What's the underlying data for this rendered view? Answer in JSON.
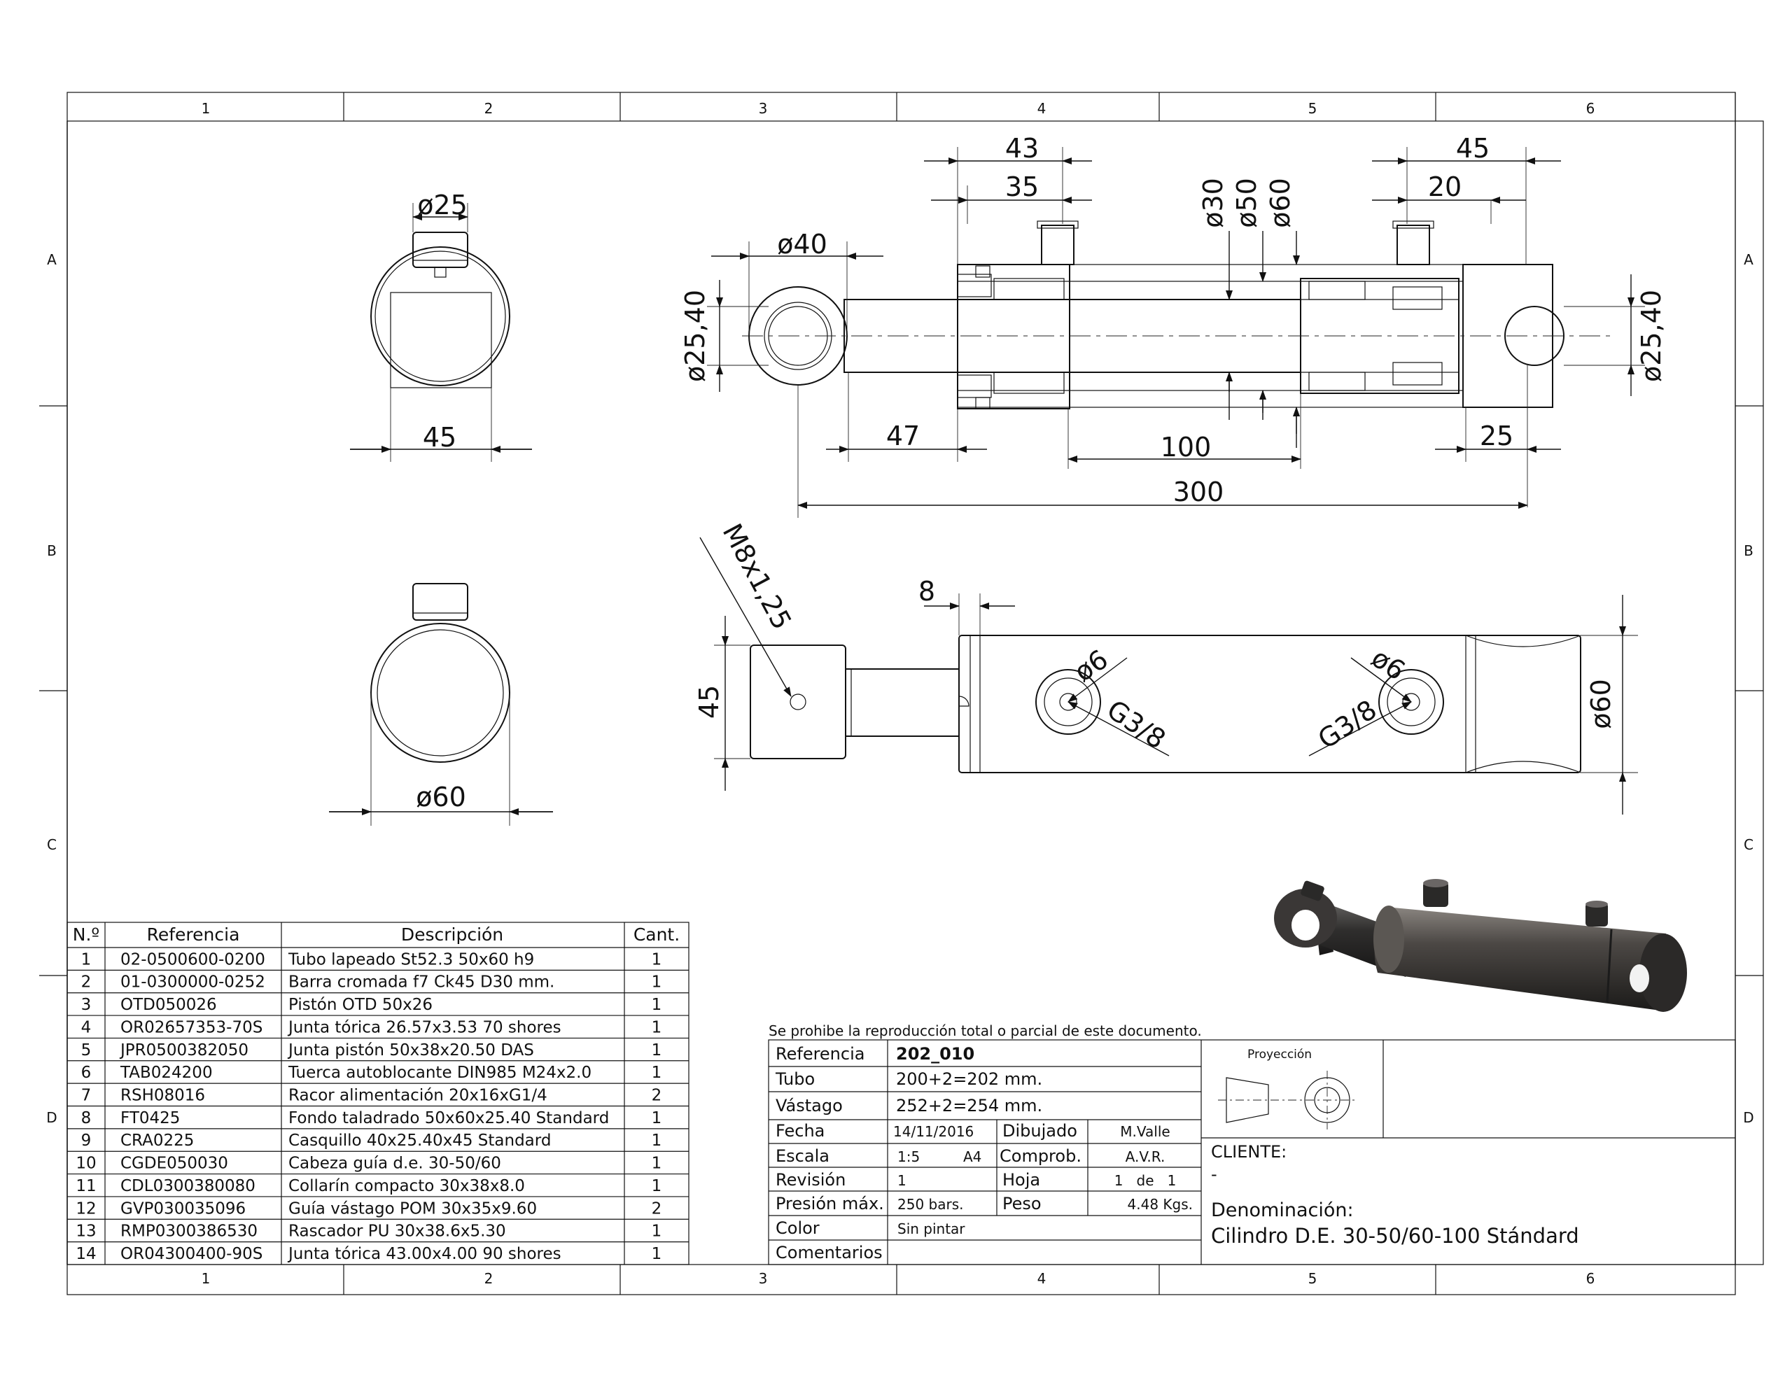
{
  "border": {
    "columns": [
      "1",
      "2",
      "3",
      "4",
      "5",
      "6"
    ],
    "rows": [
      "A",
      "B",
      "C",
      "D"
    ]
  },
  "dimensions": {
    "top_view": {
      "bore": "ø25",
      "width": "45"
    },
    "section": {
      "d43": "43",
      "d35": "35",
      "d45": "45",
      "d20": "20",
      "eye_dia": "ø40",
      "pin_left": "ø25,40",
      "pin_right": "ø25,40",
      "rod": "ø30",
      "bore": "ø50",
      "tube": "ø60",
      "d47": "47",
      "stroke": "100",
      "d25": "25",
      "total": "300"
    },
    "side_view": {
      "thread": "M8x1,25",
      "d8": "8",
      "h45": "45",
      "port1_dia": "ø6",
      "port1_thread": "G3/8",
      "port2_dia": "ø6",
      "port2_thread": "G3/8",
      "tube_dia": "ø60"
    },
    "end_view": {
      "tube": "ø60"
    }
  },
  "bom": {
    "headers": [
      "N.º",
      "Referencia",
      "Descripción",
      "Cant."
    ],
    "rows": [
      [
        "1",
        "02-0500600-0200",
        "Tubo lapeado St52.3 50x60 h9",
        "1"
      ],
      [
        "2",
        "01-0300000-0252",
        "Barra cromada f7 Ck45 D30 mm.",
        "1"
      ],
      [
        "3",
        "OTD050026",
        "Pistón OTD 50x26",
        "1"
      ],
      [
        "4",
        "OR02657353-70S",
        "Junta tórica 26.57x3.53 70 shores",
        "1"
      ],
      [
        "5",
        "JPR0500382050",
        "Junta pistón 50x38x20.50 DAS",
        "1"
      ],
      [
        "6",
        "TAB024200",
        "Tuerca autoblocante DIN985 M24x2.0",
        "1"
      ],
      [
        "7",
        "RSH08016",
        "Racor alimentación 20x16xG1/4",
        "2"
      ],
      [
        "8",
        "FT0425",
        "Fondo taladrado 50x60x25.40 Standard",
        "1"
      ],
      [
        "9",
        "CRA0225",
        "Casquillo 40x25.40x45 Standard",
        "1"
      ],
      [
        "10",
        "CGDE050030",
        "Cabeza guía d.e. 30-50/60",
        "1"
      ],
      [
        "11",
        "CDL0300380080",
        "Collarín compacto 30x38x8.0",
        "1"
      ],
      [
        "12",
        "GVP030035096",
        "Guía vástago POM 30x35x9.60",
        "2"
      ],
      [
        "13",
        "RMP0300386530",
        "Rascador PU 30x38.6x5.30",
        "1"
      ],
      [
        "14",
        "OR04300400-90S",
        "Junta tórica 43.00x4.00 90 shores",
        "1"
      ]
    ]
  },
  "title_block": {
    "notice": "Se prohibe la reproducción total o parcial de este documento.",
    "referencia_label": "Referencia",
    "referencia": "202_010",
    "tubo_label": "Tubo",
    "tubo": "200+2=202 mm.",
    "vastago_label": "Vástago",
    "vastago": "252+2=254 mm.",
    "fecha_label": "Fecha",
    "fecha": "14/11/2016",
    "dibujado_label": "Dibujado",
    "dibujado": "M.Valle",
    "escala_label": "Escala",
    "escala": "1:5",
    "formato": "A4",
    "comprob_label": "Comprob.",
    "comprob": "A.V.R.",
    "revision_label": "Revisión",
    "revision": "1",
    "hoja_label": "Hoja",
    "hoja": "1   de   1",
    "presion_label": "Presión máx.",
    "presion": "250 bars.",
    "peso_label": "Peso",
    "peso": "4.48 Kgs.",
    "color_label": "Color",
    "color": "Sin pintar",
    "comentarios_label": "Comentarios",
    "comentarios": "",
    "proyeccion_label": "Proyección",
    "cliente_label": "CLIENTE:",
    "cliente": "-",
    "denominacion_label": "Denominación:",
    "denominacion": "Cilindro D.E. 30-50/60-100 Stándard"
  },
  "colors": {
    "line": "#111111",
    "body_shade": "#3a3a3a",
    "paper": "#ffffff"
  }
}
